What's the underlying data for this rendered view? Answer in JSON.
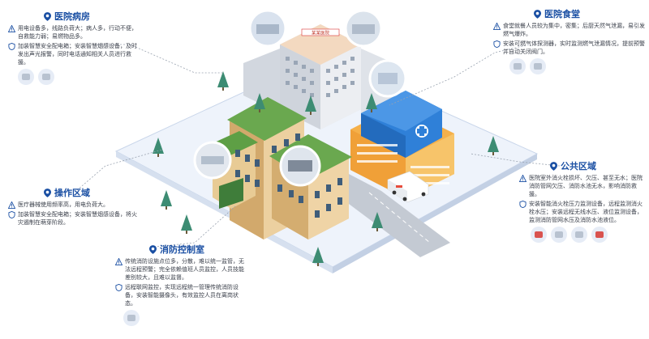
{
  "sections": {
    "ward": {
      "title": "医院病房",
      "risk": "用电设备多，线路负荷大；病人多，行动不便，自救能力弱；易燃物品多。",
      "measure": "加装智慧安全配电箱；安装智慧烟感设备，及时发出声光报警，同时电话通知相关人员进行救援。"
    },
    "canteen": {
      "title": "医院食堂",
      "risk": "食堂就餐人员较为集中，密集；后厨天然气泄漏，易引发燃气爆炸。",
      "measure": "安装可燃气体探测器，实时监测燃气泄漏情况，提前预警并自动关闭阀门。"
    },
    "operation": {
      "title": "操作区域",
      "risk": "医疗器械使用频率高，用电负荷大。",
      "measure": "加装智慧安全配电箱；安装智慧烟感设备，将火灾遏制在萌芽阶段。"
    },
    "public": {
      "title": "公共区域",
      "risk": "医院室外消火栓损坏、欠压、甚至无水；医院消防管网欠压、消防水池无水，影响消防救援。",
      "measure": "安装智能消火栓压力监测设备，远程监测消火栓水压；安装远程无线水压、液位监测设备，监测消防管网水压及消防水池液位。"
    },
    "control": {
      "title": "消防控制室",
      "risk": "传统消防设施点位多，分散，难以统一监管，无法远程预警；完全依赖值班人员监控，人员技能差别较大，且难以监督。",
      "measure": "远程联网监控，实现远程统一管理传统消防设备，安装智能摄像头，有效监控人员在离岗状态。"
    }
  },
  "building_sign": "某某医院",
  "icons": [
    "warning-icon",
    "shield-icon",
    "location-pin-icon",
    "smoke-detector-icon",
    "gas-detector-icon",
    "camera-icon",
    "hydrant-icon",
    "pressure-gauge-icon",
    "distribution-box-icon"
  ],
  "colors": {
    "title_blue": "#1a4fa3",
    "platform": "#eef3fb",
    "platform_edge": "#c9d6ea",
    "grass_green": "#6aa84f",
    "building_gray": "#d9dde4",
    "building_orange": "#f2a03a",
    "building_blue": "#2f80d8",
    "tree": "#3d8c73"
  }
}
